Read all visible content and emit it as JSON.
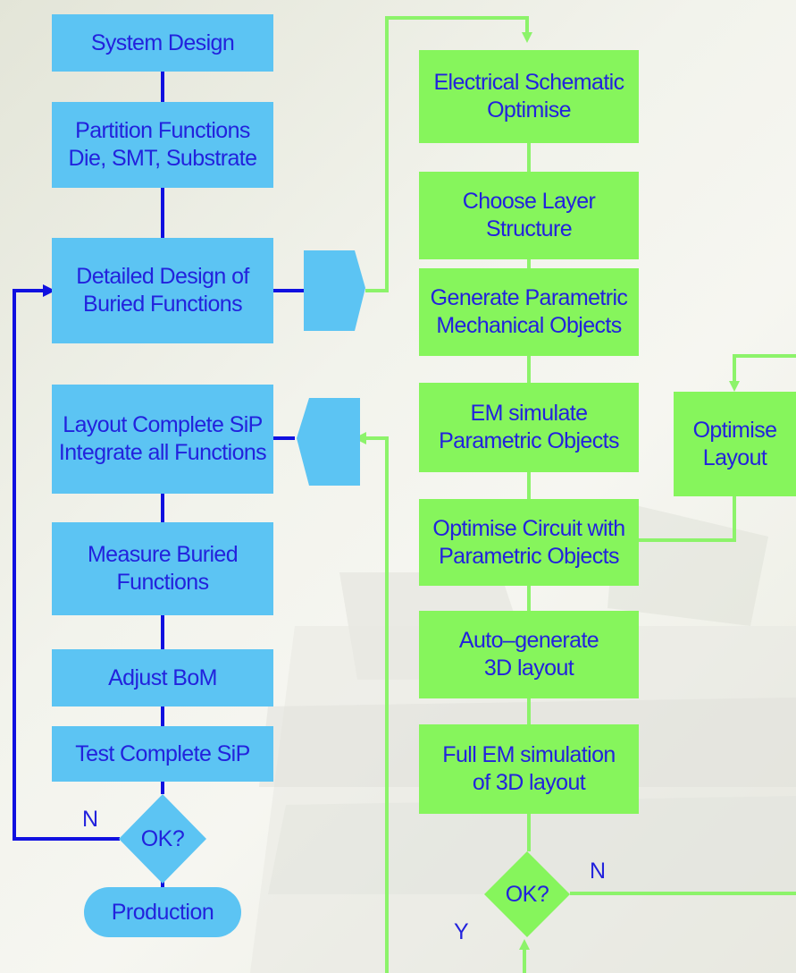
{
  "left_flow": {
    "system_design": "System Design",
    "partition": "Partition Functions\nDie, SMT, Substrate",
    "detailed_design": "Detailed Design of\nBuried Functions",
    "layout_complete": "Layout Complete SiP\nIntegrate all Functions",
    "measure_buried": "Measure Buried\nFunctions",
    "adjust_bom": "Adjust BoM",
    "test_complete": "Test Complete SiP",
    "ok_decision": "OK?",
    "no_label": "N",
    "production": "Production"
  },
  "right_flow": {
    "electrical_schematic": "Electrical Schematic\nOptimise",
    "choose_layer": "Choose Layer\nStructure",
    "generate_parametric": "Generate Parametric\nMechanical Objects",
    "em_simulate": "EM simulate\nParametric Objects",
    "optimise_circuit": "Optimise Circuit with\nParametric Objects",
    "auto_generate": "Auto–generate\n3D layout",
    "full_em": "Full EM simulation\nof 3D layout",
    "ok_decision": "OK?",
    "no_label": "N",
    "yes_label": "Y"
  },
  "side_box": {
    "optimise_layout": "Optimise\nLayout"
  },
  "colors": {
    "left_box": "#5cc4f3",
    "right_box": "#86f55c",
    "left_connector": "#1010e0",
    "right_connector": "#8cf36a",
    "text": "#2222dd"
  }
}
